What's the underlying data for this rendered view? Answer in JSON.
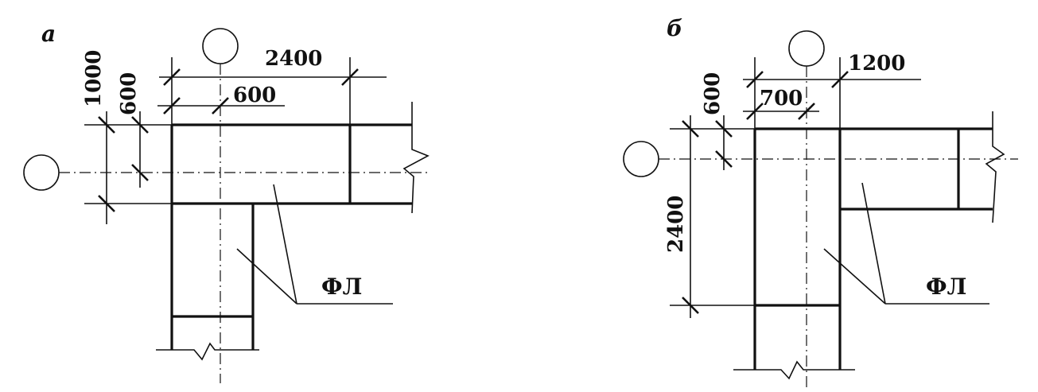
{
  "diagram_a": {
    "label": "а",
    "dim_top_overall": "2400",
    "dim_top_inner": "600",
    "dim_left_overall": "1000",
    "dim_left_inner": "600",
    "callout": "ФЛ"
  },
  "diagram_b": {
    "label": "б",
    "dim_top_right": "1200",
    "dim_top_inner": "700",
    "dim_left_inner": "600",
    "dim_left_overall": "2400",
    "callout": "ФЛ"
  }
}
